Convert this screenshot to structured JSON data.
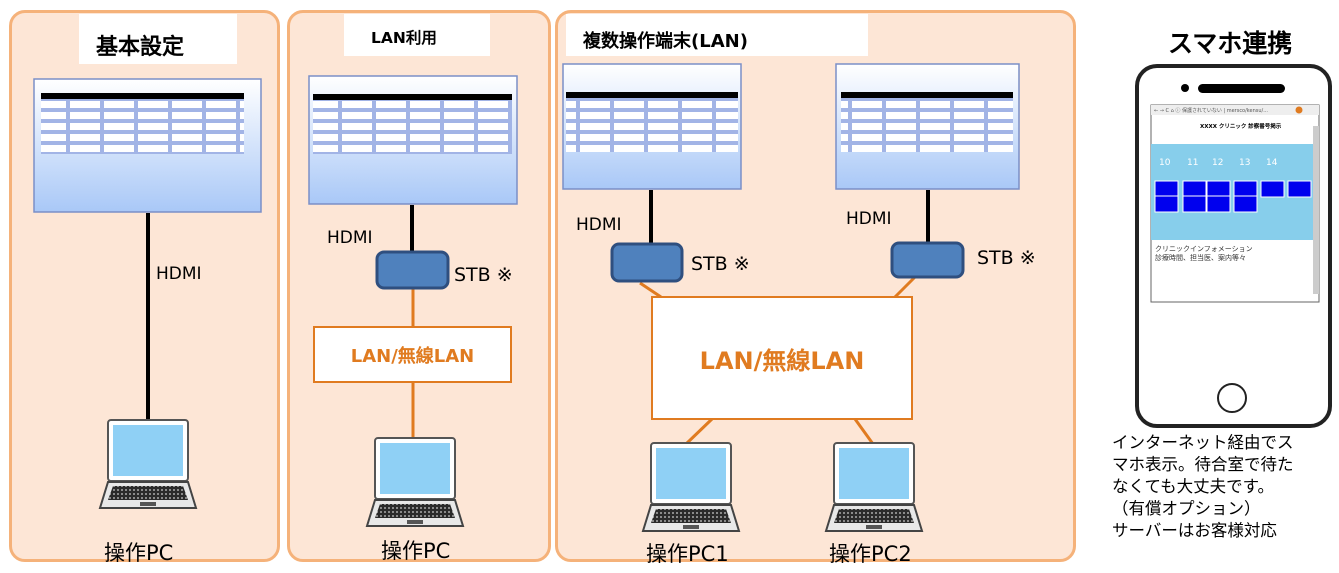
{
  "panels": {
    "basic": {
      "title": "基本設定",
      "cable": "HDMI",
      "pc": "操作PC"
    },
    "lan": {
      "title": "LAN利用",
      "cable": "HDMI",
      "stb": "STB ※",
      "network": "LAN/無線LAN",
      "pc": "操作PC"
    },
    "multi": {
      "title": "複数操作端末(LAN)",
      "cable_left": "HDMI",
      "cable_right": "HDMI",
      "stb_left": "STB ※",
      "stb_right": "STB ※",
      "network": "LAN/無線LAN",
      "pc_left": "操作PC1",
      "pc_right": "操作PC2"
    }
  },
  "smartphone": {
    "title": "スマホ連携",
    "screen": {
      "url_bar": "← → C ⌂ ⓘ 保護されていない | mersco/kensu/...",
      "page_title": "XXXX クリニック 診察番号掲示",
      "numbers": [
        "10",
        "11",
        "12",
        "13",
        "14"
      ],
      "info_title": "クリニックインフォメーション",
      "info_text": "診療時間、担当医、案内等々"
    },
    "caption_lines": [
      "インターネット経由でス",
      "マホ表示。待合室で待た",
      "なくても大丈夫です。",
      "（有償オプション）",
      "サーバーはお客様対応"
    ]
  },
  "colors": {
    "panel_fill": "#fde6d6",
    "panel_border": "#f5b27a",
    "orange_line": "#e07b20",
    "stb_fill": "#4f81bd",
    "monitor_fill": "#cfe0ff",
    "number_blue": "#0000ee",
    "screen_cyan": "#87ceeb"
  }
}
